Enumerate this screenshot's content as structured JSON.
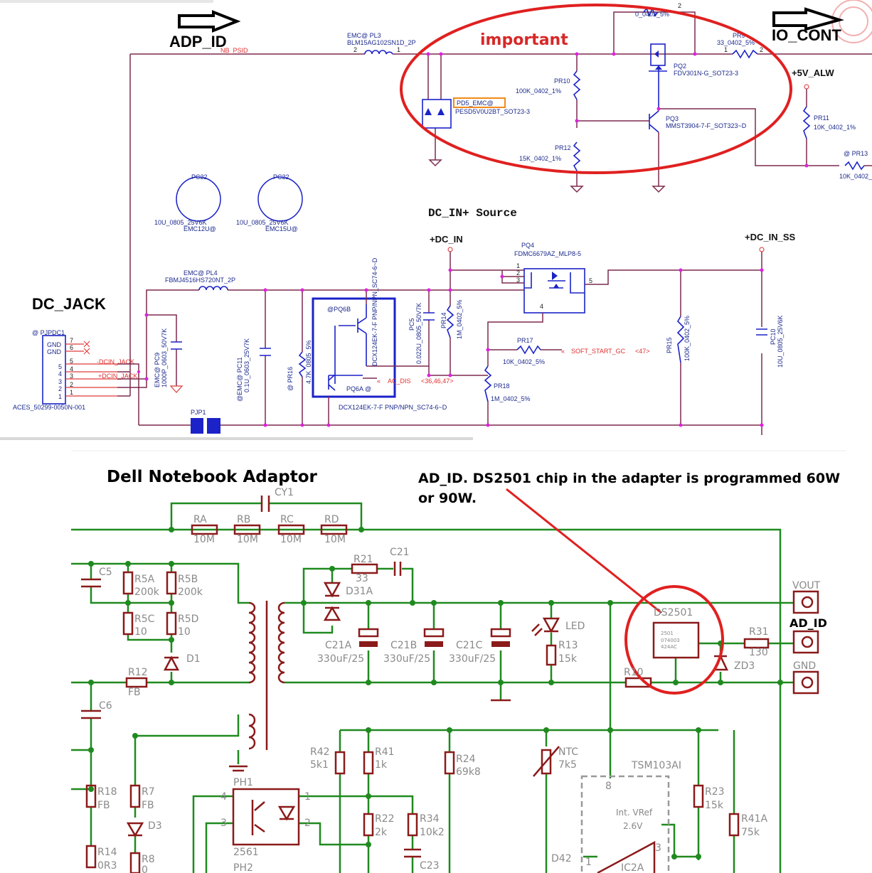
{
  "top": {
    "adp_id": "ADP_ID",
    "io_cont": "IO_CONT",
    "important": "important",
    "nb_psid": "NB_PSID",
    "pl3_ref": "EMC@ PL3",
    "pl3_part": "BLM15AG102SN1D_2P",
    "pd5_ref": "PD5_EMC@",
    "pd5_part": "PESD5V0U2BT_SOT23-3",
    "pr10_ref": "PR10",
    "pr10_val": "100K_0402_1%",
    "pr12_ref": "PR12",
    "pr12_val": "15K_0402_1%",
    "r0_val": "0_0402_5%",
    "pq2_ref": "PQ2",
    "pq2_part": "FDV301N-G_SOT23-3",
    "pq3_ref": "PQ3",
    "pq3_part": "MMST3904-7-F_SOT323~D",
    "pr9_ref": "PR9",
    "pr9_val": "33_0402_5%",
    "v5_alw": "+5V_ALW",
    "pr11_ref": "PR11",
    "pr11_val": "10K_0402_1%",
    "pr13_ref": "@  PR13",
    "pr13_val": "10K_0402_",
    "pc22a_ref": "PC22",
    "pc22a_val": "10U_0805_25V6K",
    "pc22a_emc": "EMC12U@",
    "pc22b_ref": "PC22",
    "pc22b_val": "10U_0805_25V6K",
    "pc22b_emc": "EMC15U@",
    "dc_in_source": "DC_IN+ Source",
    "dc_jack": "DC_JACK",
    "pjpdc1_ref": "@  PJPDC1",
    "gnd1": "GND",
    "gnd2": "GND",
    "pjpdc1_part": "ACES_50299-0050N-001",
    "dcin_minus": "-DCIN_JACK",
    "dcin_plus": "+DCIN_JACK",
    "pl4_ref": "EMC@ PL4",
    "pl4_part": "FBMJ4516HS720NT_2P",
    "pc9_ref": "EMC@ PC9",
    "pc9_val": "1000P_0603_50V7K",
    "pc11_ref": "@EMC@   PC11",
    "pc11_val": "0.1U_0603_25V7K",
    "pr16_ref": "@     PR16",
    "pr16_val": "4.7K_0805_5%",
    "pq6b_ref": "@PQ6B",
    "pq6a_ref": "PQ6A @",
    "pq6_part": "DCX124EK-7-F PNP/NPN_SC74-6~D",
    "pq6_part_v": "DCX124EK-7-F PNP/NPN_SC74-6~D",
    "ac_dis": "AC_DIS",
    "ac_dis_ref": "<36,46,47>",
    "pc5_ref": "PC5",
    "pc5_val": "0.022U_0805_50V7K",
    "pr14_ref": "PR14",
    "pr14_val": "1M_0402_5%",
    "dc_in": "+DC_IN",
    "pq4_ref": "PQ4",
    "pq4_part": "FDMC6679AZ_MLP8-5",
    "pr17_ref": "PR17",
    "pr17_val": "10K_0402_5%",
    "soft_start": "SOFT_START_GC",
    "soft_start_ref": "<47>",
    "pr18_ref": "PR18",
    "pr18_val": "1M_0402_5%",
    "pr15_ref": "PR15",
    "pr15_val": "100K_0402_5%",
    "pc10_ref": "PC10",
    "pc10_val": "10U_0805_25V6K",
    "dc_in_ss": "+DC_IN_SS",
    "pjp1_ref": "PJP1"
  },
  "bottom": {
    "title": "Dell Notebook Adaptor",
    "note_line1": "AD_ID. DS2501 chip in the adapter is programmed 60W",
    "note_line2": "or 90W.",
    "cy1": "CY1",
    "ra": "RA",
    "rb": "RB",
    "rc": "RC",
    "rd": "RD",
    "r10m_a": "10M",
    "r10m_b": "10M",
    "r10m_c": "10M",
    "r10m_d": "10M",
    "c5": "C5",
    "r5a": "R5A",
    "r5a_v": "200k",
    "r5b": "R5B",
    "r5b_v": "200k",
    "r5c": "R5C",
    "r5c_v": "10",
    "r5d": "R5D",
    "r5d_v": "10",
    "d1": "D1",
    "r12": "R12",
    "r12_v": "FB",
    "c6": "C6",
    "r21": "R21",
    "r21_v": "33",
    "c21": "C21",
    "d31a": "D31A",
    "c21a": "C21A",
    "c21a_v": "330uF/25",
    "c21b": "C21B",
    "c21b_v": "330uF/25",
    "c21c": "C21C",
    "c21c_v": "330uF/25",
    "led": "LED",
    "r13": "R13",
    "r13_v": "15k",
    "ds2501": "DS2501",
    "chip_l1": "2501",
    "chip_l2": "074003",
    "chip_l3": "424AC",
    "r31": "R31",
    "r31_v": "130",
    "zd3": "ZD3",
    "r10": "R10",
    "vout": "VOUT",
    "ad_id": "AD_ID",
    "gnd": "GND",
    "r42": "R42",
    "r42_v": "5k1",
    "r41": "R41",
    "r41_v": "1k",
    "r24": "R24",
    "r24_v": "69k8",
    "ntc": "NTC",
    "ntc_v": "7k5",
    "tsm": "TSM103AI",
    "pin8": "8",
    "vref1": "Int. VRef",
    "vref2": "2.6V",
    "r23": "R23",
    "r23_v": "15k",
    "r41a": "R41A",
    "r41a_v": "75k",
    "ph1": "PH1",
    "ph1_part": "2561",
    "ph2": "PH2",
    "ph_p4": "4",
    "ph_p3": "3",
    "ph_p1": "1",
    "ph_p2": "2",
    "r22": "R22",
    "r22_v": "2k",
    "r34": "R34",
    "r34_v": "10k2",
    "c23": "C23",
    "d42": "D42",
    "ic2a": "IC2A",
    "ic_p1": "1",
    "ic_p3": "3",
    "r18": "R18",
    "r18_v": "FB",
    "r7": "R7",
    "r7_v": "FB",
    "d3": "D3",
    "r14": "R14",
    "r14_v": "0R3",
    "r8": "R8",
    "r8_v": "0"
  },
  "colors": {
    "top_wire": "#7d2a4e",
    "junction": "#e020e0",
    "component_blue": "#1b22c8",
    "highlight_red": "#e02020",
    "bottom_wire": "#1f8a1f",
    "bottom_component": "#8b1a1a"
  }
}
